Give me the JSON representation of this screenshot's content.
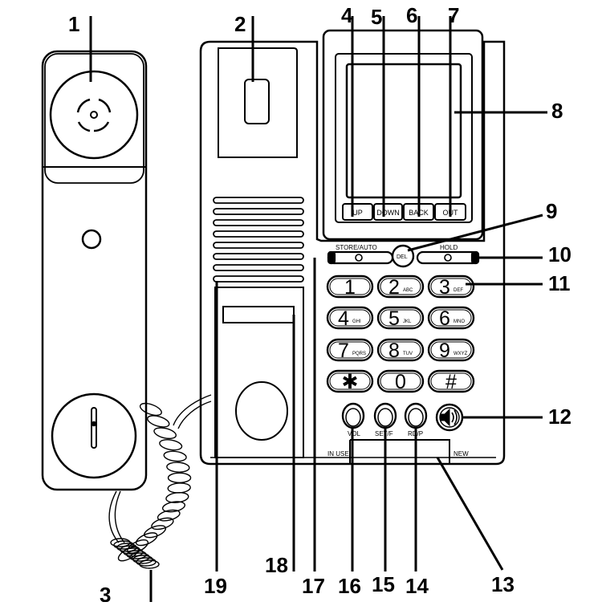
{
  "callouts": [
    "1",
    "2",
    "3",
    "4",
    "5",
    "6",
    "7",
    "8",
    "9",
    "10",
    "11",
    "12",
    "13",
    "14",
    "15",
    "16",
    "17",
    "18",
    "19"
  ],
  "display_buttons": [
    "UP",
    "DOWN",
    "BACK",
    "OUT"
  ],
  "labels": {
    "store_auto": "STORE/AUTO",
    "del": "DEL",
    "hold": "HOLD",
    "vol": "VOL",
    "set_f": "SET/F",
    "rd_p": "RD/P",
    "in_use": "IN USE",
    "new": "NEW"
  },
  "keypad": [
    {
      "main": "1",
      "sub": ""
    },
    {
      "main": "2",
      "sub": "ABC"
    },
    {
      "main": "3",
      "sub": "DEF"
    },
    {
      "main": "4",
      "sub": "GHI"
    },
    {
      "main": "5",
      "sub": "JKL"
    },
    {
      "main": "6",
      "sub": "MNO"
    },
    {
      "main": "7",
      "sub": "PQRS"
    },
    {
      "main": "8",
      "sub": "TUV"
    },
    {
      "main": "9",
      "sub": "WXYZ"
    },
    {
      "main": "✱",
      "sub": ""
    },
    {
      "main": "0",
      "sub": ""
    },
    {
      "main": "#",
      "sub": ""
    }
  ],
  "icons": {
    "speaker": "speaker-icon"
  }
}
